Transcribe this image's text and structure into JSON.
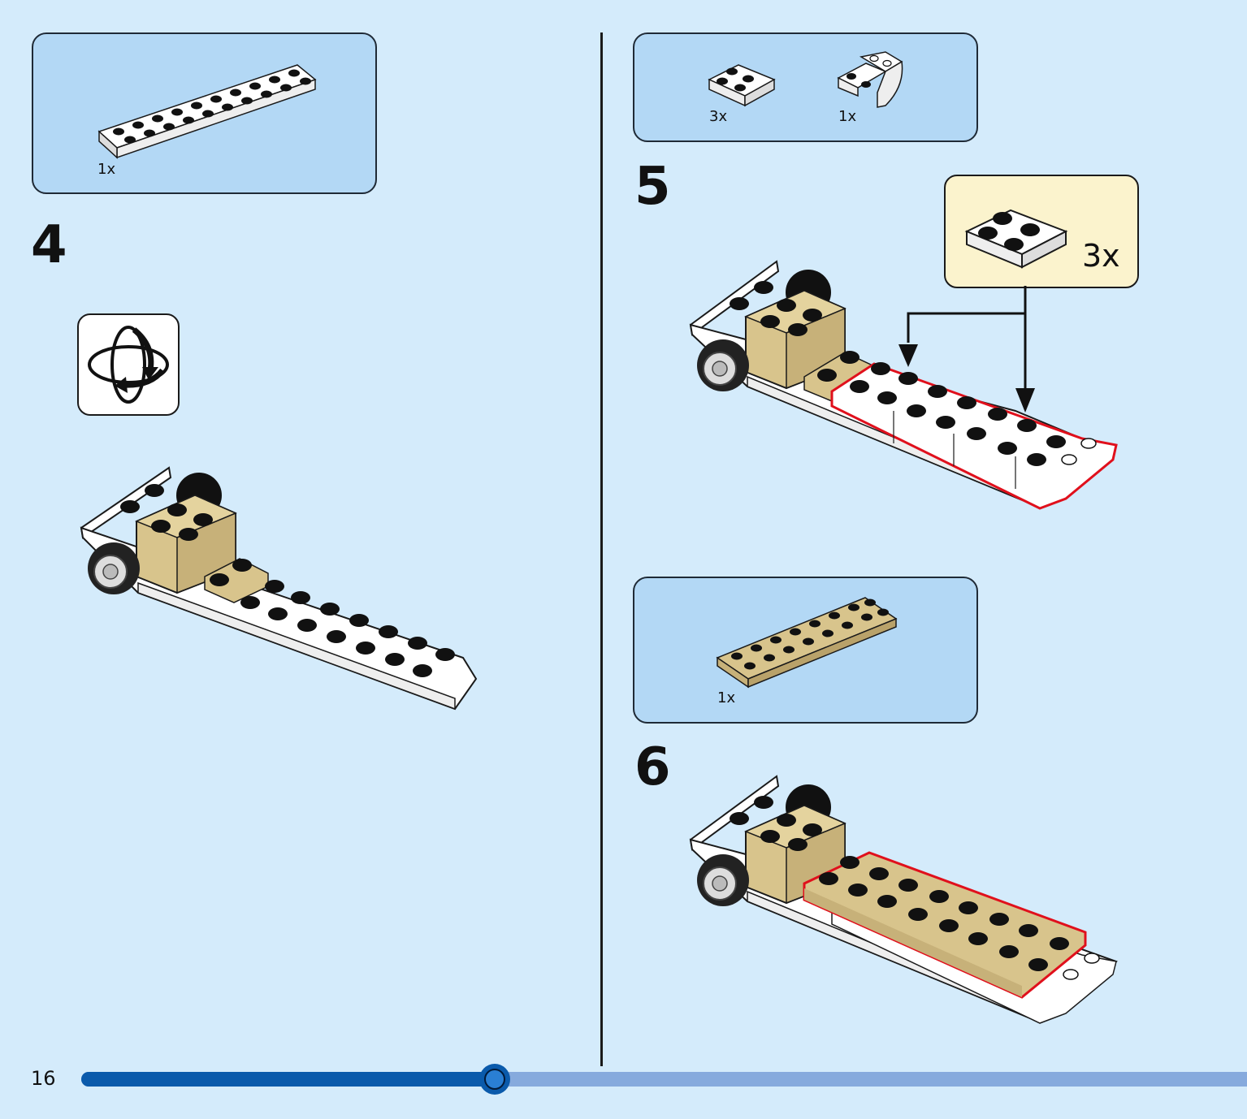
{
  "page": {
    "number": "16"
  },
  "progress": {
    "fraction": 0.355
  },
  "steps": [
    {
      "number": "4",
      "parts": [
        {
          "qty": "1x",
          "color": "white",
          "part": "plate-2x10"
        }
      ],
      "rotate_model": true
    },
    {
      "number": "5",
      "parts": [
        {
          "qty": "3x",
          "color": "white",
          "part": "plate-2x2"
        },
        {
          "qty": "1x",
          "color": "white",
          "part": "slope-curved-2x2"
        }
      ],
      "callout": {
        "qty": "3x",
        "part": "plate-2x2"
      }
    },
    {
      "number": "6",
      "parts": [
        {
          "qty": "1x",
          "color": "tan",
          "part": "plate-2x8"
        }
      ]
    }
  ],
  "colors": {
    "background": "#d4ebfb",
    "parts_box": "#b3d8f5",
    "callout": "#fbf3cd",
    "highlight": "#e0101c",
    "progress": "#0a5aab",
    "progress_rest": "#86aadd",
    "tan": "#d8c48c"
  },
  "icons": [
    "rotate-model-icon",
    "arrow-down-icon"
  ]
}
